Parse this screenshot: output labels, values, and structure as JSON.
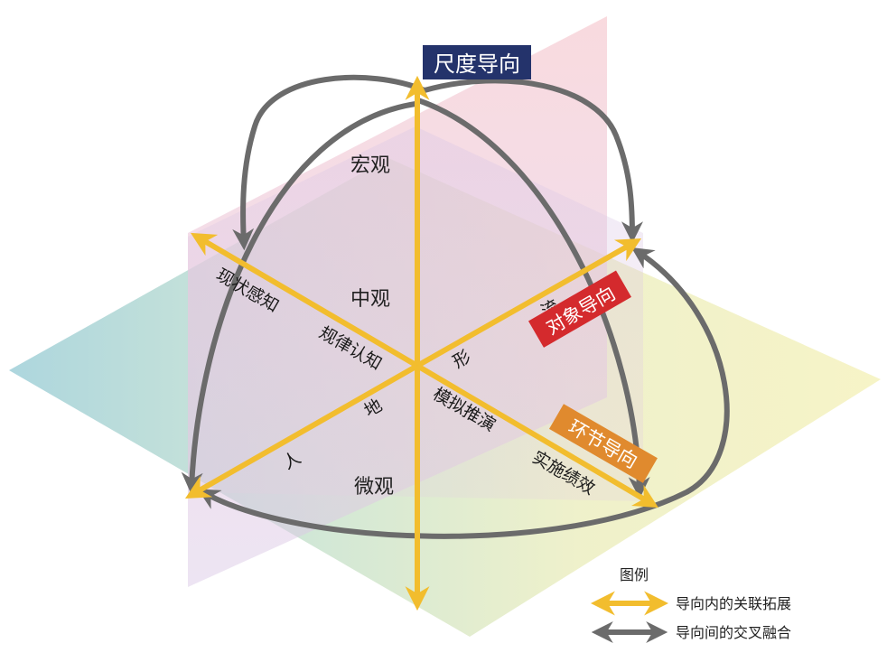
{
  "title": "尺度导向",
  "tags": {
    "object": "对象导向",
    "stage": "环节导向"
  },
  "scale_labels": {
    "macro": "宏观",
    "meso": "中观",
    "micro": "微观"
  },
  "axis_labels": {
    "status": "现状感知",
    "law": "规律认知",
    "simulate": "模拟推演",
    "implement": "实施绩效",
    "flow": "流",
    "shape": "形",
    "land": "地",
    "people": "人"
  },
  "legend": {
    "title": "图例",
    "inner": "导向内的关联拓展",
    "cross": "导向间的交叉融合"
  },
  "colors": {
    "yellow_arrow": "#f2bd2e",
    "gray_arrow": "#6b6b6b",
    "title_bg": "#24336b",
    "object_tag_bg": "#d42a2d",
    "stage_tag_bg": "#e08a2e"
  }
}
